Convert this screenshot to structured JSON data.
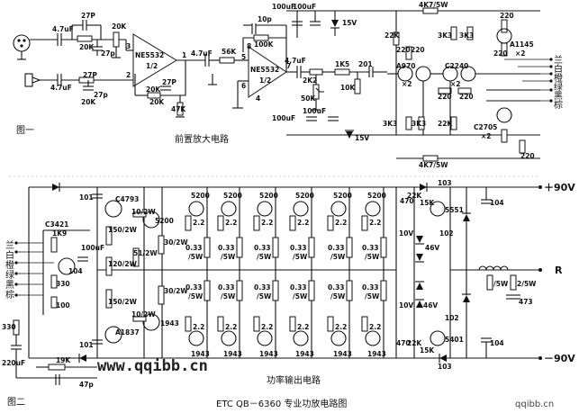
{
  "figures": {
    "fig1_label": "图一",
    "fig2_label": "图二",
    "preamp_title": "前置放大电路",
    "power_title": "功率输出电路",
    "main_title": "ETC QB－6360 专业功放电路图"
  },
  "rails": {
    "pos": "＋90V",
    "neg": "－90V",
    "out": "R"
  },
  "watermarks": {
    "center": "www.qqibb.cn",
    "corner": "qqibb.cn"
  },
  "preamp": {
    "opamp1": [
      "NE5532",
      "1/2"
    ],
    "opamp2": [
      "NE5532",
      "1/2"
    ],
    "pins1": [
      "3",
      "2",
      "1"
    ],
    "pins2": [
      "5",
      "6",
      "7",
      "4",
      "8"
    ],
    "in_caps": [
      "4.7uF",
      "4.7uF"
    ],
    "small_caps": [
      "27P",
      "27P",
      "27p",
      "27p",
      "27P",
      "10p"
    ],
    "resistors": [
      "20K",
      "20K",
      "20K",
      "20K",
      "20K",
      "47K",
      "56K",
      "100K",
      "2K2",
      "1K5",
      "10K",
      "50K",
      "22K",
      "220",
      "220",
      "3K3",
      "3K3",
      "220",
      "220",
      "220",
      "220",
      "3K3",
      "3K3",
      "22K",
      "220",
      "4K7/5W",
      "4K7/5W"
    ],
    "coupling": [
      "4.7uF",
      "4.7uF",
      "201"
    ],
    "supply_caps": [
      "100uF",
      "100uF",
      "100uF",
      "100uF"
    ],
    "zeners": [
      "15V",
      "15V"
    ],
    "transistors": [
      "A970",
      "×2",
      "C2240",
      "×2",
      "A1145",
      "×2",
      "C2705",
      "×2"
    ],
    "wires": [
      "兰",
      "白",
      "橙",
      "绿",
      "黑",
      "棕"
    ]
  },
  "power": {
    "wires": [
      "兰",
      "白",
      "橙",
      "绿",
      "黑",
      "棕"
    ],
    "driver_parts": [
      "C3421",
      "1K9",
      "330",
      "100",
      "100uF",
      "104",
      "101",
      "101",
      "C4793",
      "10/2W",
      "10/2W",
      "A1837",
      "5200",
      "1943",
      "150/2W",
      "150/2W",
      "120/2W",
      "51/2W",
      "30/2W",
      "30/2W",
      "330",
      "220uF",
      "19K",
      "47p"
    ],
    "npn_label": "5200",
    "pnp_label": "1943",
    "base_res": "2.2",
    "emit_res": [
      "0.33",
      "/5W"
    ],
    "right_parts": [
      "470",
      "22K",
      "15K",
      "103",
      "5551",
      "104",
      "102",
      "10V",
      "46V",
      "10V",
      "46V",
      "470",
      "22K",
      "15K",
      "102",
      "5401",
      "104",
      "103",
      "/5W",
      "2/5W",
      "473"
    ]
  }
}
